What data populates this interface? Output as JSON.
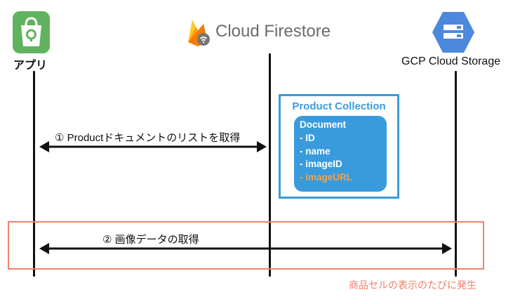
{
  "participants": {
    "app": {
      "label": "アプリ",
      "icon": "shopping-bag-icon"
    },
    "firestore": {
      "label": "Cloud Firestore",
      "icon": "firebase-flame-icon"
    },
    "storage": {
      "label": "GCP Cloud Storage",
      "icon": "cloud-storage-icon"
    }
  },
  "messages": [
    {
      "label": "① Productドキュメントのリストを取得"
    },
    {
      "label": "② 画像データの取得"
    }
  ],
  "collection": {
    "title": "Product Collection",
    "document": {
      "title": "Document",
      "fields": [
        "- ID",
        "- name",
        "- imageID"
      ],
      "highlight_field": "- imageURL"
    }
  },
  "highlight_note": "商品セルの表示のたびに発生",
  "colors": {
    "app_icon_bg": "#5fb35f",
    "firestore_text": "#6b6b6b",
    "storage_icon_bg": "#4a89dc",
    "collection_border": "#3a9bdc",
    "document_bg": "#3a9bdc",
    "highlight_field": "#f5a24a",
    "highlight_box": "#f0806a",
    "note_text": "#f0806a",
    "arrow": "#111111"
  }
}
